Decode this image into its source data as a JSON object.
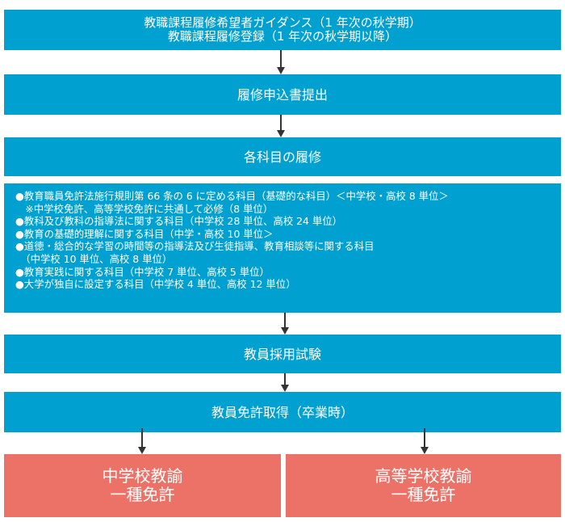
{
  "flow": {
    "step1": {
      "line1": "教職課程履修希望者ガイダンス（1 年次の秋学期）",
      "line2": "教職課程履修登録（1 年次の秋学期以降）"
    },
    "step2": "履修申込書提出",
    "step3": "各科目の履修",
    "subjects": [
      "●教育職員免許法施行規則第 66 条の 6 に定める科目（基礎的な科目）＜中学校・高校 8 単位＞",
      "　※中学校免許、高等学校免許に共通して必修（8 単位）",
      "●教科及び教科の指導法に関する科目（中学校 28 単位、高校 24 単位）",
      "●教育の基礎的理解に関する科目（中学・高校 10 単位＞",
      "●道徳・総合的な学習の時間等の指導法及び生徒指導、教育相談等に関する科目",
      "　（中学校 10 単位、高校 8 単位）",
      "●教育実践に関する科目（中学校 7 単位、高校 5 単位）",
      "●大学が独自に設定する科目（中学校 4 単位、高校 12 単位）"
    ],
    "step4": "教員採用試験",
    "step5": "教員免許取得（卒業時）",
    "outcomes": [
      {
        "line1": "中学校教諭",
        "line2": "一種免許"
      },
      {
        "line1": "高等学校教諭",
        "line2": "一種免許"
      }
    ]
  },
  "colors": {
    "step": "#00a0d0",
    "outcome": "#ec7268",
    "arrow": "#333333"
  }
}
